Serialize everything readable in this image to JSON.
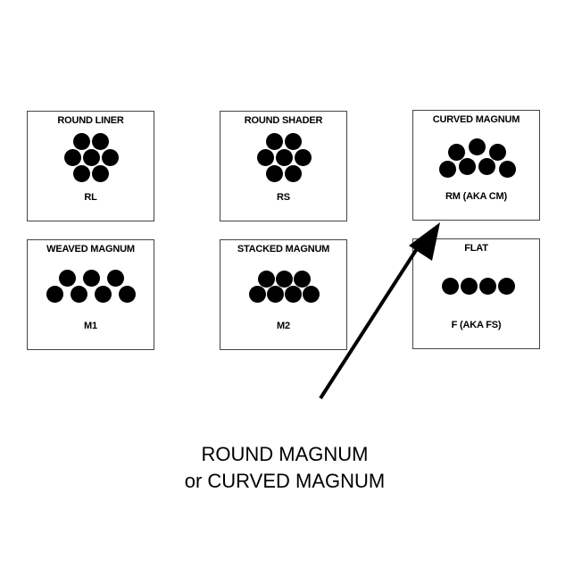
{
  "cards": [
    {
      "id": "rl",
      "title": "ROUND LINER",
      "code": "RL"
    },
    {
      "id": "rs",
      "title": "ROUND SHADER",
      "code": "RS"
    },
    {
      "id": "rm",
      "title": "CURVED MAGNUM",
      "code": "RM (AKA CM)"
    },
    {
      "id": "m1",
      "title": "WEAVED MAGNUM",
      "code": "M1"
    },
    {
      "id": "m2",
      "title": "STACKED MAGNUM",
      "code": "M2"
    },
    {
      "id": "f",
      "title": "FLAT",
      "code": "F (AKA FS)"
    }
  ],
  "caption": {
    "line1": "ROUND MAGNUM",
    "line2": "or CURVED MAGNUM"
  },
  "colors": {
    "dot": "#000000",
    "border": "#444444",
    "background": "#ffffff"
  }
}
